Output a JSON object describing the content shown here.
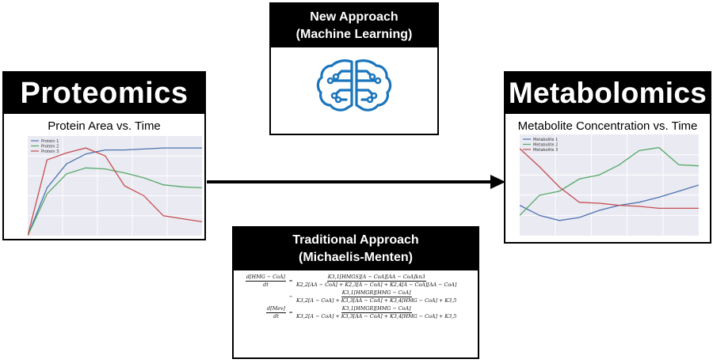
{
  "new_approach": {
    "title_line1": "New Approach",
    "title_line2": "(Machine Learning)",
    "icon": "brain-circuit-icon",
    "icon_color": "#1b75bc"
  },
  "proteomics": {
    "title": "Proteomics",
    "chart_title": "Protein Area vs. Time"
  },
  "metabolomics": {
    "title": "Metabolomics",
    "chart_title": "Metabolite Concentration vs. Time"
  },
  "traditional": {
    "title_line1": "Traditional Approach",
    "title_line2": "(Michaelis-Menten)",
    "eq1_lhs_num": "d[HMG − CoA]",
    "eq1_lhs_den": "dt",
    "eq1_rhs_num1": "K3,1[HMGS][A − CoA][AA − CoA]kn3",
    "eq1_rhs_den1": "K2,2[AA − CoA] + K2,3[A − CoA] + K2,4[A − CoA][AA − CoA]",
    "eq1_rhs_num2": "K3,1[HMGR][HMG − CoA]",
    "eq1_rhs_den2": "K3,2[A − CoA] + K3,3[AA − CoA] + K3,4[HMG − CoA] + K3,5",
    "eq2_lhs_num": "d[Mev]",
    "eq2_lhs_den": "dt",
    "eq2_rhs_num": "K3,1[HMGR][HMG − CoA]",
    "eq2_rhs_den": "K3,2[A − CoA] + K3,3[AA − CoA] + K3,4[HMG − CoA] + K3,5"
  },
  "chart_data": [
    {
      "type": "line",
      "title": "Protein Area vs. Time",
      "xlabel": "",
      "ylabel": "",
      "x": [
        0,
        1,
        2,
        3,
        4,
        5,
        6,
        7,
        8,
        9
      ],
      "ylim": [
        0,
        100
      ],
      "grid": true,
      "legend": "top-left",
      "series": [
        {
          "name": "Protein 1",
          "color": "#4c72b0",
          "values": [
            0,
            48,
            72,
            82,
            86,
            86,
            87,
            88,
            88,
            88
          ]
        },
        {
          "name": "Protein 2",
          "color": "#55a868",
          "values": [
            0,
            42,
            62,
            68,
            67,
            63,
            58,
            51,
            49,
            48
          ]
        },
        {
          "name": "Protein 3",
          "color": "#c44e52",
          "values": [
            0,
            76,
            83,
            88,
            80,
            50,
            40,
            20,
            17,
            14
          ]
        }
      ]
    },
    {
      "type": "line",
      "title": "Metabolite Concentration vs. Time",
      "xlabel": "",
      "ylabel": "",
      "x": [
        0,
        1,
        2,
        3,
        4,
        5,
        6,
        7,
        8,
        9
      ],
      "ylim": [
        0,
        100
      ],
      "grid": true,
      "legend": "top-left",
      "series": [
        {
          "name": "Metabolite 1",
          "color": "#4c72b0",
          "values": [
            30,
            20,
            15,
            18,
            25,
            30,
            33,
            38,
            44,
            50
          ]
        },
        {
          "name": "Metabolite 2",
          "color": "#55a868",
          "values": [
            20,
            40,
            44,
            56,
            60,
            70,
            84,
            87,
            70,
            69
          ]
        },
        {
          "name": "Metabolite 3",
          "color": "#c44e52",
          "values": [
            86,
            68,
            48,
            33,
            32,
            30,
            29,
            27,
            27,
            27
          ]
        }
      ]
    }
  ]
}
